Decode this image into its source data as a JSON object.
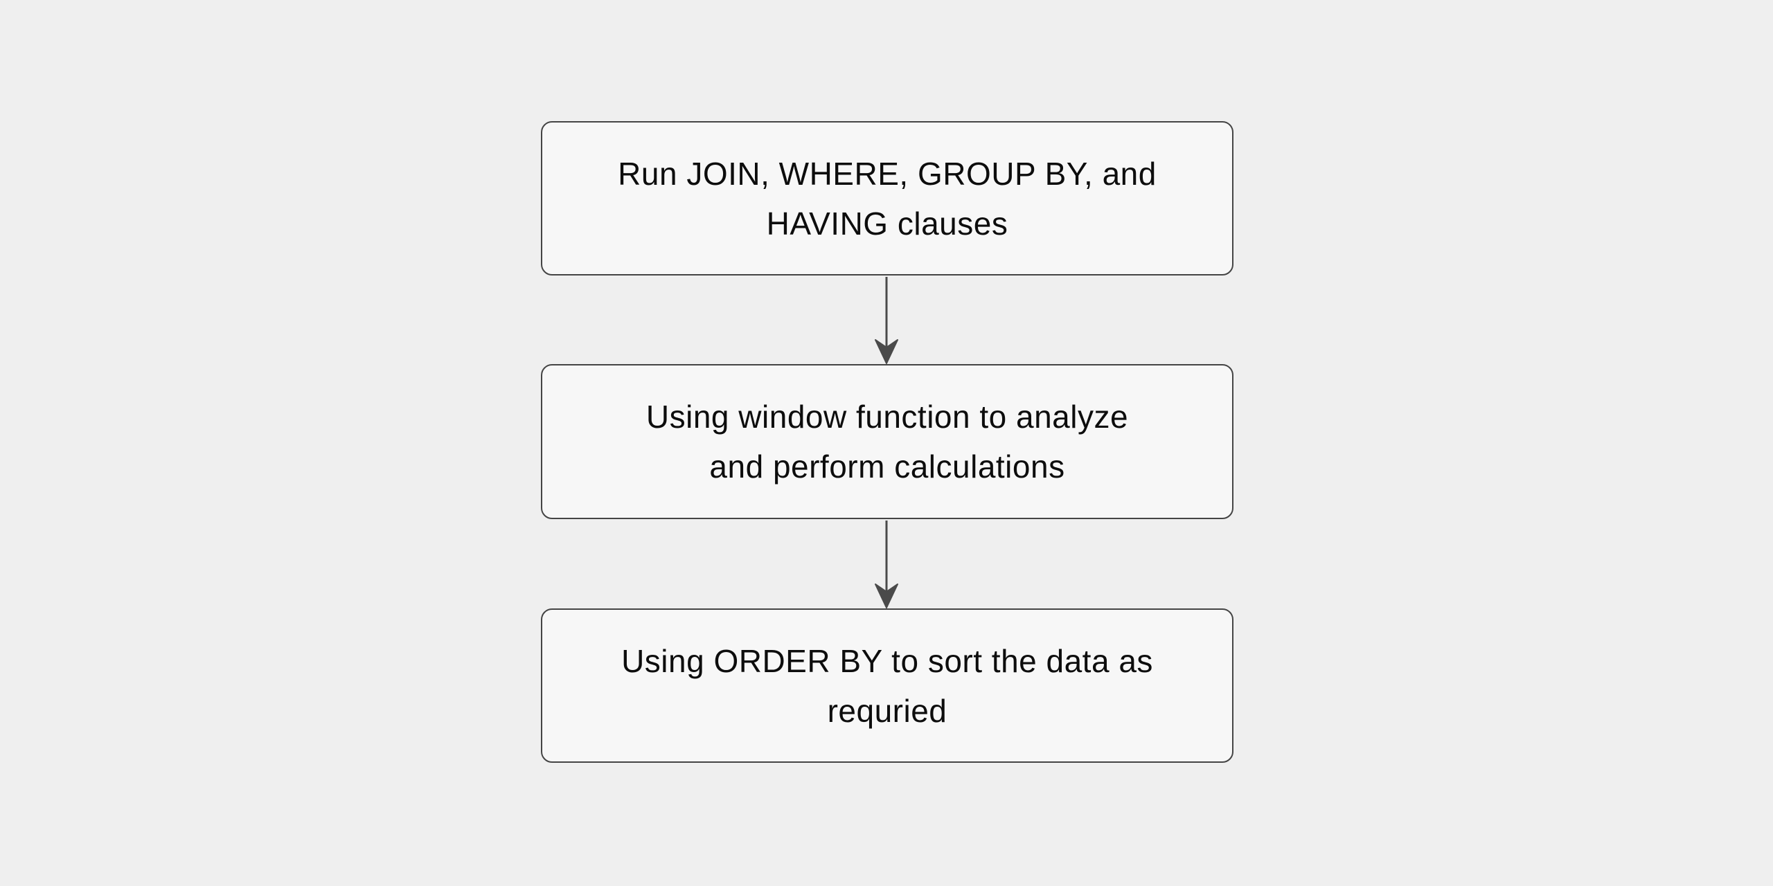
{
  "diagram": {
    "type": "flowchart",
    "direction": "top-to-bottom",
    "nodes": [
      {
        "id": "step-1",
        "label": "Run JOIN, WHERE, GROUP BY, and HAVING clauses",
        "lines": [
          "Run JOIN, WHERE, GROUP BY, and",
          "HAVING clauses"
        ]
      },
      {
        "id": "step-2",
        "label": "Using window function to analyze and perform calculations",
        "lines": [
          "Using window function to analyze",
          "and perform calculations"
        ]
      },
      {
        "id": "step-3",
        "label": "Using ORDER BY to sort the data as requried",
        "lines": [
          "Using ORDER BY to sort the data as",
          "requried"
        ]
      }
    ],
    "connections": [
      {
        "from": "step-1",
        "to": "step-2",
        "style": "arrow-down"
      },
      {
        "from": "step-2",
        "to": "step-3",
        "style": "arrow-down"
      }
    ]
  },
  "colors": {
    "background": "#efefef",
    "node_fill": "#f7f7f7",
    "node_border": "#444444",
    "text": "#0d0d0d",
    "arrow": "#4a4a4a"
  }
}
